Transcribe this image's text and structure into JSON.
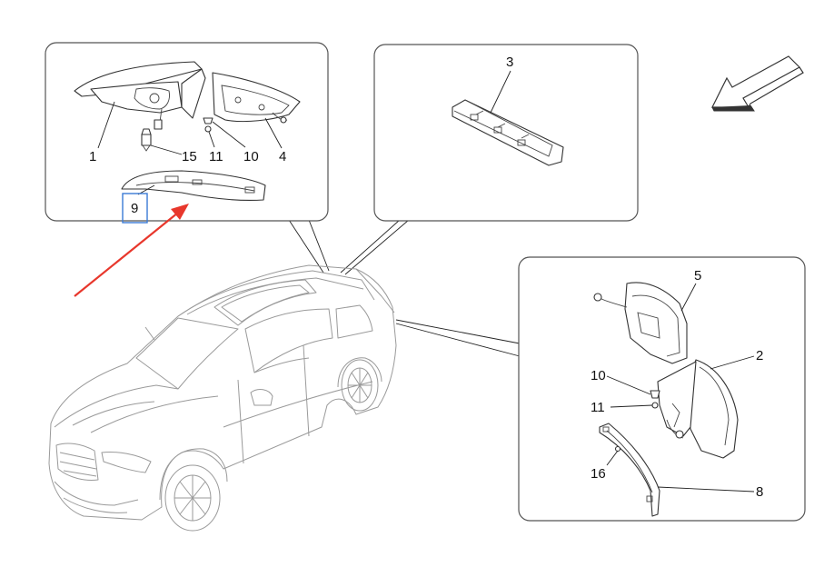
{
  "callouts": {
    "p1": "1",
    "p15": "15",
    "p11a": "11",
    "p10a": "10",
    "p4": "4",
    "p9": "9",
    "p3": "3",
    "p5": "5",
    "p2": "2",
    "p10b": "10",
    "p11b": "11",
    "p16": "16",
    "p8": "8"
  },
  "colors": {
    "highlight_arrow": "#e8372c",
    "highlight_box": "#3a7bd5",
    "panel_border": "#555555"
  }
}
